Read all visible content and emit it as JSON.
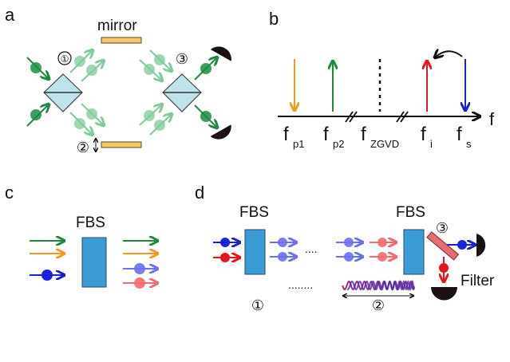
{
  "panels": {
    "a": {
      "label": "a",
      "mirror_label": "mirror",
      "markers": [
        "①",
        "②",
        "③"
      ]
    },
    "b": {
      "label": "b",
      "axis_label": "f",
      "freqs": [
        {
          "main": "f",
          "sub": "p1",
          "color": "#f39a1e",
          "dir": "down"
        },
        {
          "main": "f",
          "sub": "p2",
          "color": "#1f8a3c",
          "dir": "up"
        },
        {
          "main": "f",
          "sub": "ZGVD",
          "color": "#111111",
          "dir": "dotted"
        },
        {
          "main": "f",
          "sub": "i",
          "color": "#e8141c",
          "dir": "up"
        },
        {
          "main": "f",
          "sub": "s",
          "color": "#1a23c8",
          "dir": "down"
        }
      ]
    },
    "c": {
      "label": "c",
      "fbs_label": "FBS"
    },
    "d": {
      "label": "d",
      "fbs_label_1": "FBS",
      "fbs_label_2": "FBS",
      "filter_label": "Filter",
      "dots_1": "....",
      "dots_2": "........",
      "markers": [
        "①",
        "②",
        "③"
      ]
    }
  },
  "colors": {
    "green": "#1f8a3c",
    "light_green": "#6cc28a",
    "orange": "#f39a1e",
    "blue": "#1a23c8",
    "light_blue": "#6c70f0",
    "red": "#e8141c",
    "light_red": "#f26a6a",
    "fbs_blue": "#3a9bd5",
    "bs_cube": "#bfe3ea",
    "mirror": "#f3c66a",
    "filter": "#e86b72",
    "detector": "#1a1212"
  }
}
